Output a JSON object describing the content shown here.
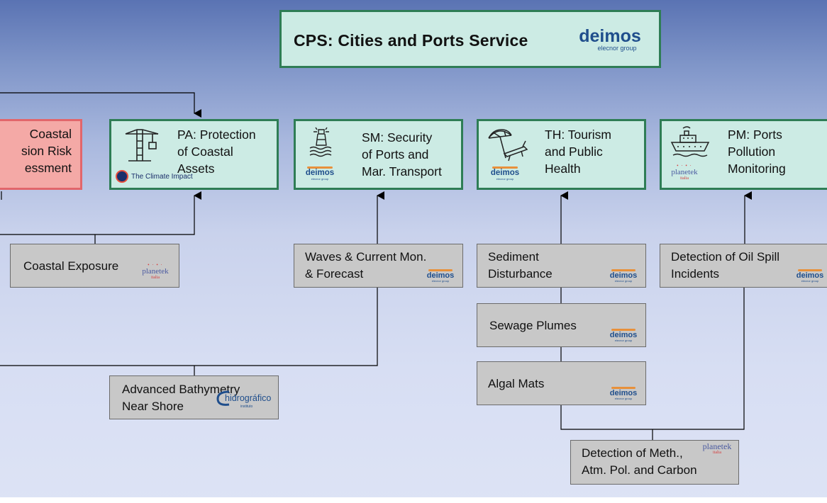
{
  "title": {
    "text": "CPS: Cities and Ports Service",
    "logo": {
      "main": "deimos",
      "sub": "elecnor group"
    }
  },
  "services": [
    {
      "label": "Coastal\nsion Risk\nessment",
      "variant": "partial-red"
    },
    {
      "label": "PA: Protection\nof Coastal\nAssets",
      "icon": "crane-icon",
      "logo": {
        "type": "climate-impact",
        "text": "The Climate Impact"
      }
    },
    {
      "label": "SM: Security\nof Ports and\nMar. Transport",
      "icon": "lighthouse-icon",
      "logo": {
        "type": "deimos",
        "main": "deimos",
        "sub": "elecnor group"
      }
    },
    {
      "label": "TH: Tourism\nand Public\nHealth",
      "icon": "beach-umbrella-icon",
      "logo": {
        "type": "deimos",
        "main": "deimos",
        "sub": "elecnor group"
      }
    },
    {
      "label": "PM: Ports\nPollution\nMonitoring",
      "icon": "ship-icon",
      "logo": {
        "type": "planetek",
        "main": "planetek",
        "sub": "italia"
      }
    }
  ],
  "products": [
    {
      "label": "Coastal Exposure",
      "logo": {
        "type": "planetek",
        "main": "planetek",
        "sub": "italia"
      }
    },
    {
      "label": "Waves & Current Mon.\n& Forecast",
      "logo": {
        "type": "deimos",
        "main": "deimos",
        "sub": "elecnor group"
      }
    },
    {
      "label": "Sediment\nDisturbance",
      "logo": {
        "type": "deimos",
        "main": "deimos",
        "sub": "elecnor group"
      }
    },
    {
      "label": "Detection of Oil Spill\nIncidents",
      "logo": {
        "type": "deimos",
        "main": "deimos",
        "sub": "elecnor group"
      }
    },
    {
      "label": "Sewage Plumes",
      "logo": {
        "type": "deimos",
        "main": "deimos",
        "sub": "elecnor group"
      }
    },
    {
      "label": "Advanced Bathymetry\nNear Shore",
      "logo": {
        "type": "hidrografico",
        "main": "hidrográfico",
        "sub": "instituto"
      }
    },
    {
      "label": "Algal Mats",
      "logo": {
        "type": "deimos",
        "main": "deimos",
        "sub": "elecnor group"
      }
    },
    {
      "label": "Detection of Meth.,\nAtm. Pol. and Carbon",
      "logo": {
        "type": "planetek",
        "main": "planetek",
        "sub": "italia"
      }
    }
  ],
  "colors": {
    "service_fill": "#ccebe4",
    "service_border": "#2e7d55",
    "product_fill": "#c8c8c8",
    "risk_fill": "#f4a9a6",
    "risk_border": "#e2666b",
    "deimos_blue": "#1f4e8c",
    "planetek_red": "#d63f3f"
  }
}
